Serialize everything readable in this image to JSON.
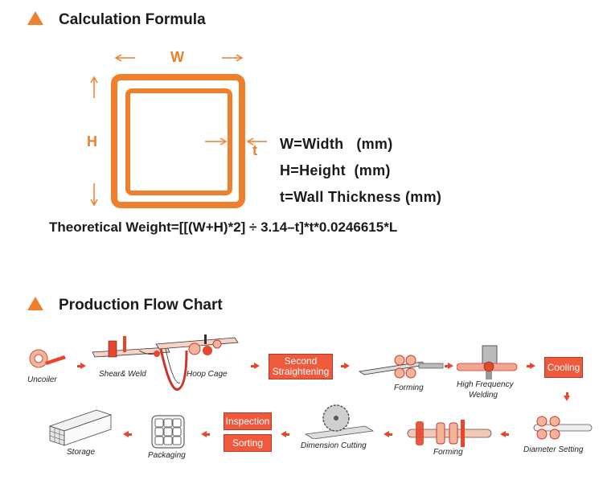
{
  "sections": {
    "formula_title": "Calculation Formula",
    "flow_title": "Production Flow Chart"
  },
  "diagram": {
    "width_symbol": "W",
    "height_symbol": "H",
    "thickness_symbol": "t"
  },
  "legend": {
    "width": "W=Width   (mm)",
    "height": "H=Height  (mm)",
    "thickness": "t=Wall Thickness (mm)"
  },
  "formula": "Theoretical Weight=[[(W+H)*2] ÷ 3.14–t]*t*0.0246615*L",
  "flow": {
    "uncoiler": "Uncoiler",
    "shear_weld": "Shear& Weld",
    "hoop_cage": "Hoop Cage",
    "second_straightening": [
      "Second",
      "Straightening"
    ],
    "forming_top": "Forming",
    "hf_welding": [
      "High Frequency",
      "Welding"
    ],
    "cooling": "Cooling",
    "diameter_setting": "Diameter Setting",
    "forming_bottom": "Forming",
    "dimension_cutting": "Dimension Cutting",
    "inspection": "Inspection",
    "sorting": "Sorting",
    "packaging": "Packaging",
    "storage": "Storage"
  },
  "colors": {
    "accent_orange": "#f07f2c",
    "flow_red": "#f05a3c"
  }
}
